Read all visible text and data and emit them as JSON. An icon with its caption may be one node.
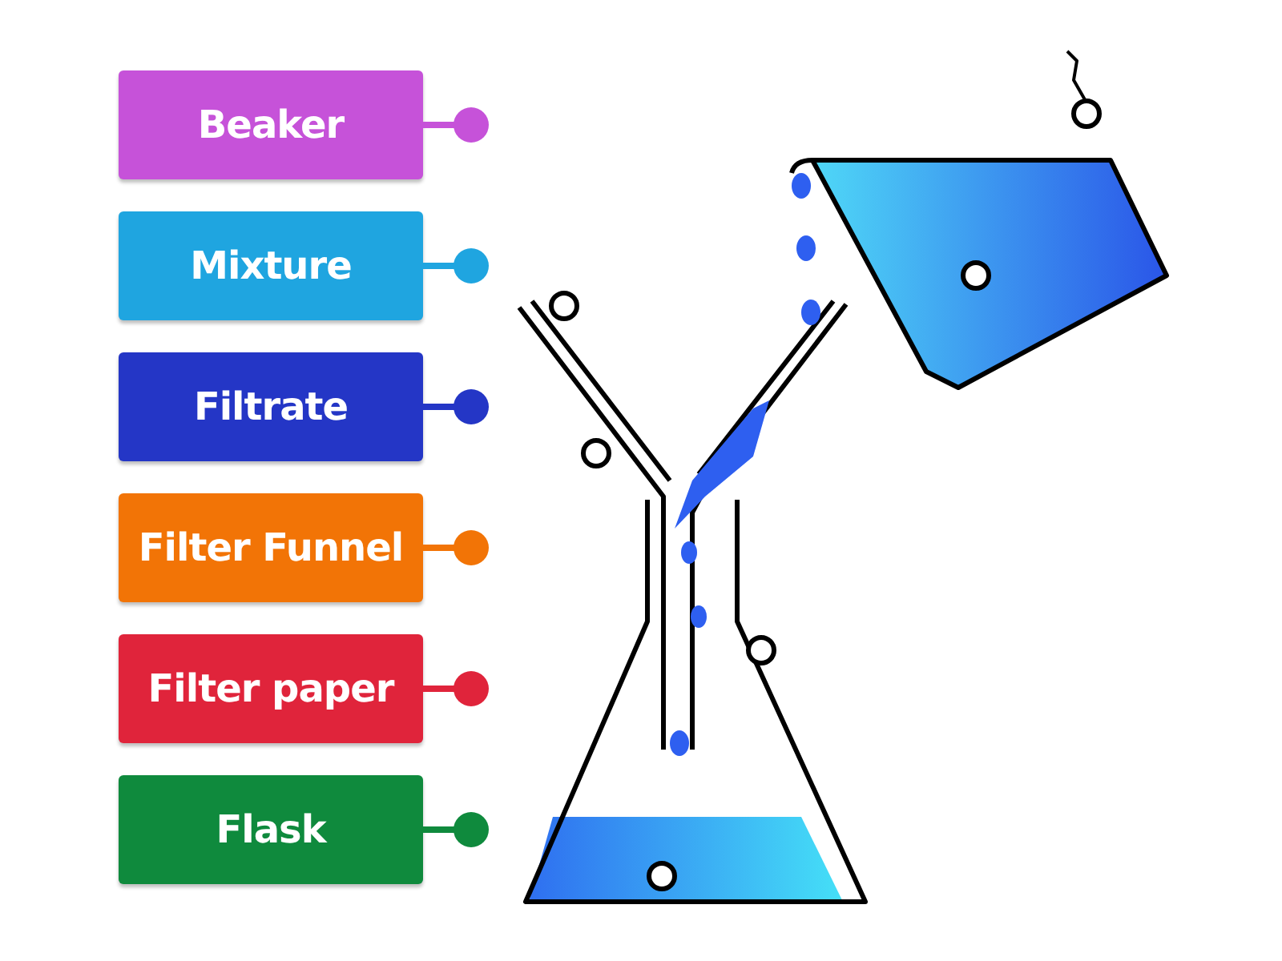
{
  "diagram": {
    "nodes": [
      {
        "text": [
          "Beaker"
        ]
      },
      {
        "text": [
          "Mixture"
        ]
      },
      {
        "text": [
          "Filtrate"
        ]
      },
      {
        "text": [
          "Filter Funnel"
        ]
      },
      {
        "text": [
          "Filter paper"
        ]
      },
      {
        "text": [
          "Flask"
        ]
      }
    ]
  }
}
